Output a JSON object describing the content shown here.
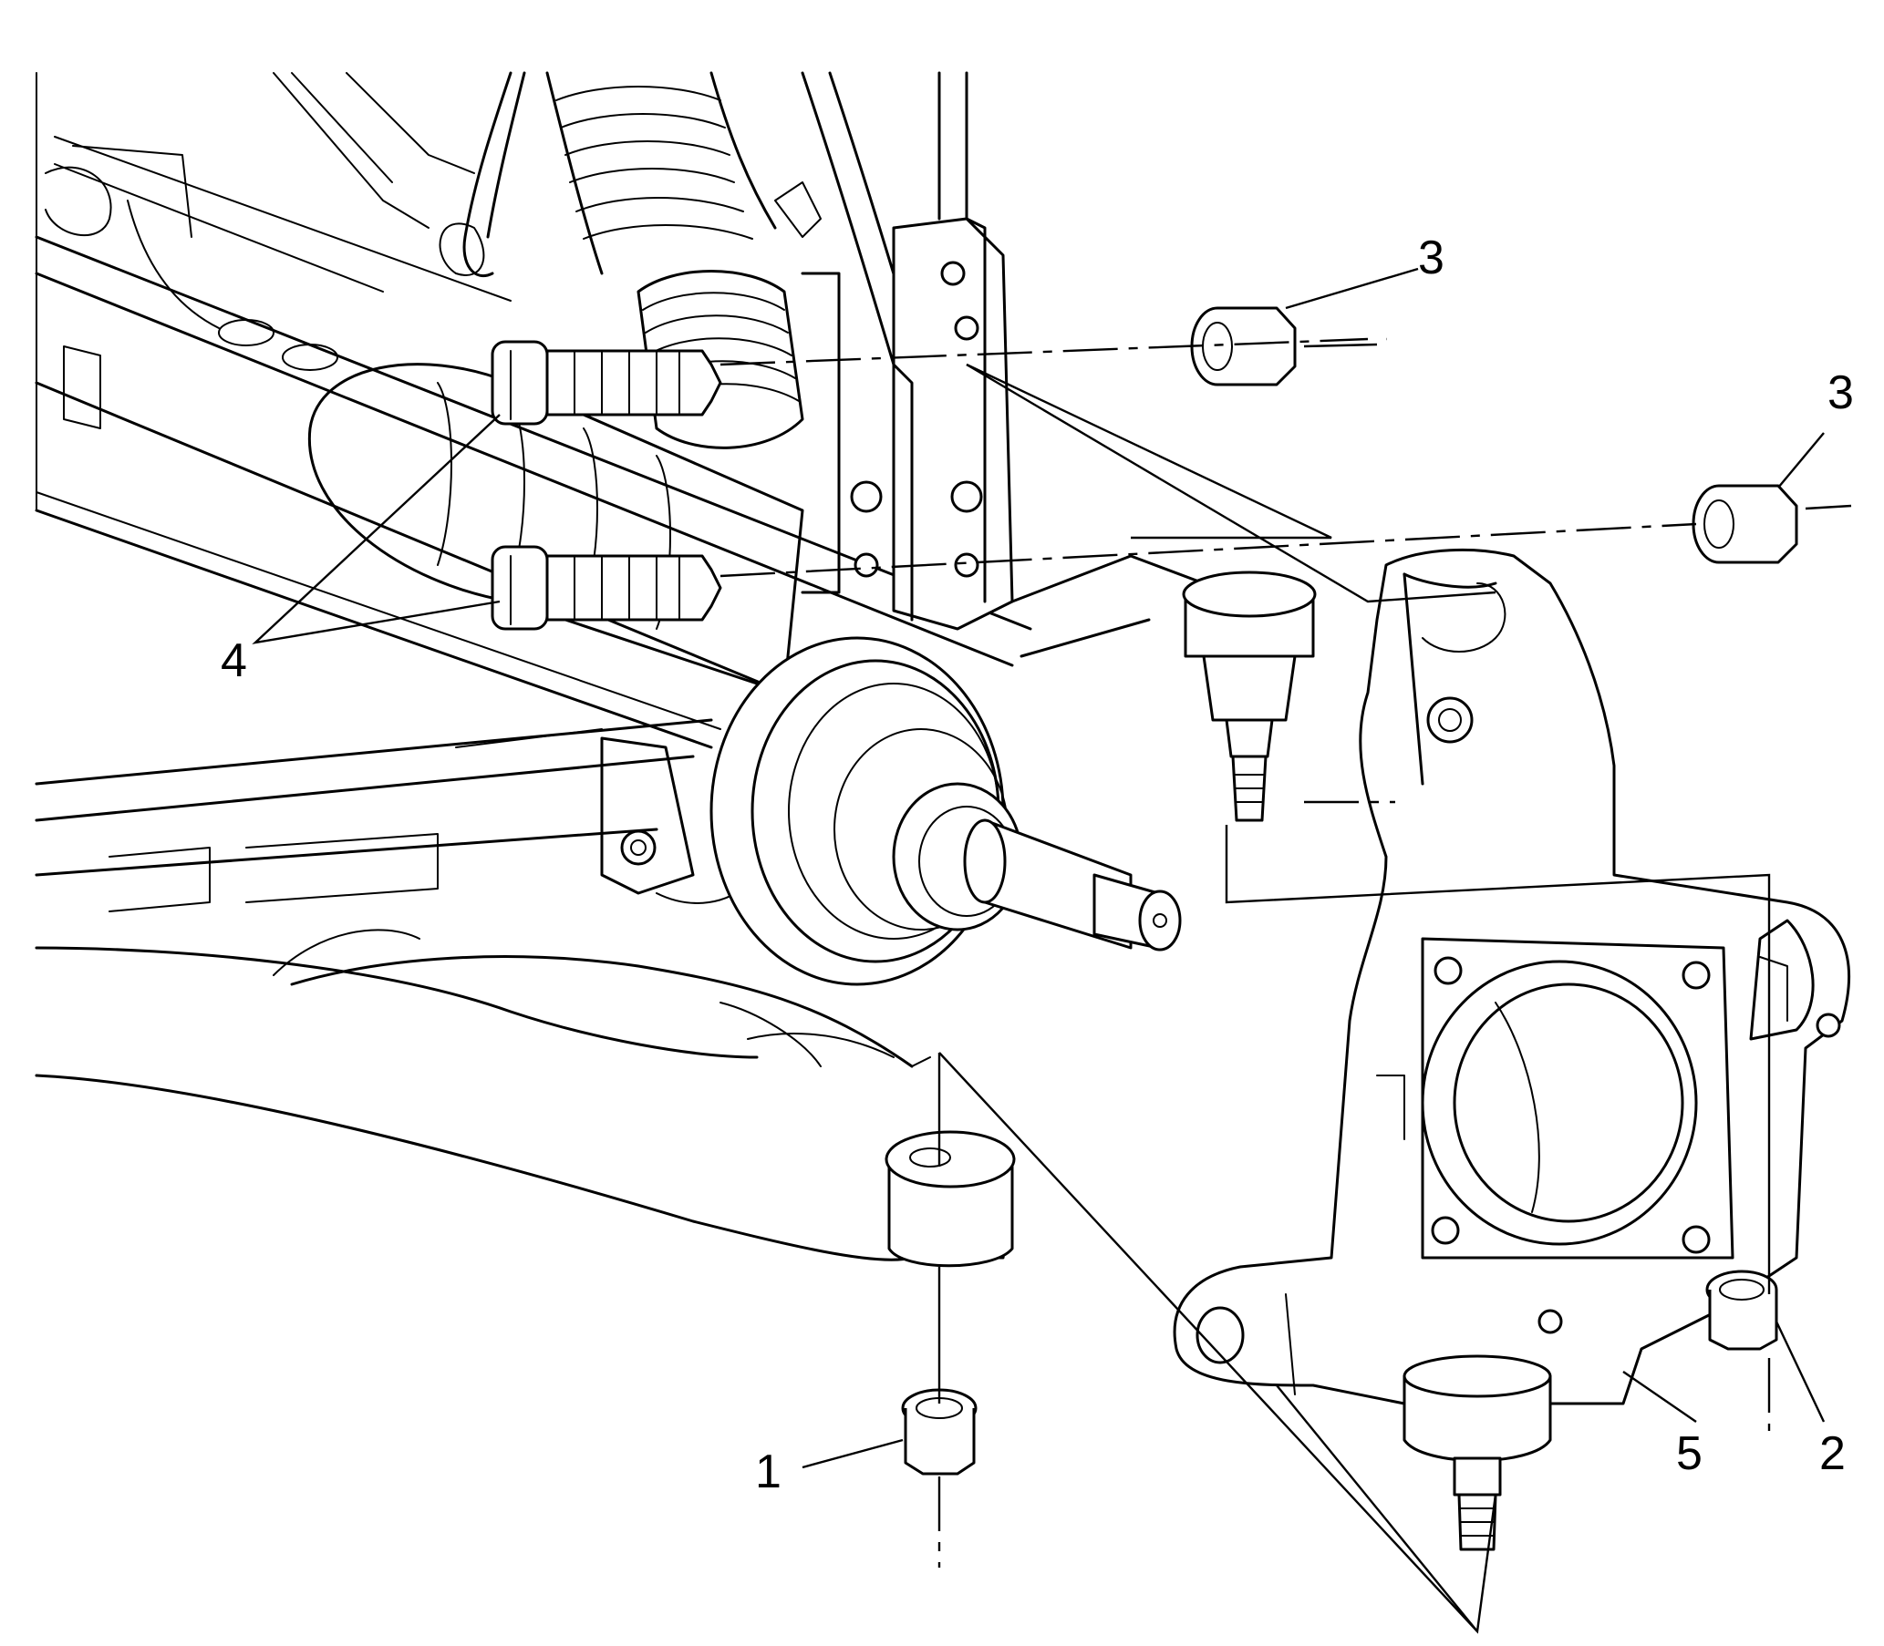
{
  "callouts": [
    {
      "id": "1",
      "label": "1"
    },
    {
      "id": "2",
      "label": "2"
    },
    {
      "id": "3a",
      "label": "3"
    },
    {
      "id": "3b",
      "label": "3"
    },
    {
      "id": "4",
      "label": "4"
    },
    {
      "id": "5",
      "label": "5"
    }
  ]
}
